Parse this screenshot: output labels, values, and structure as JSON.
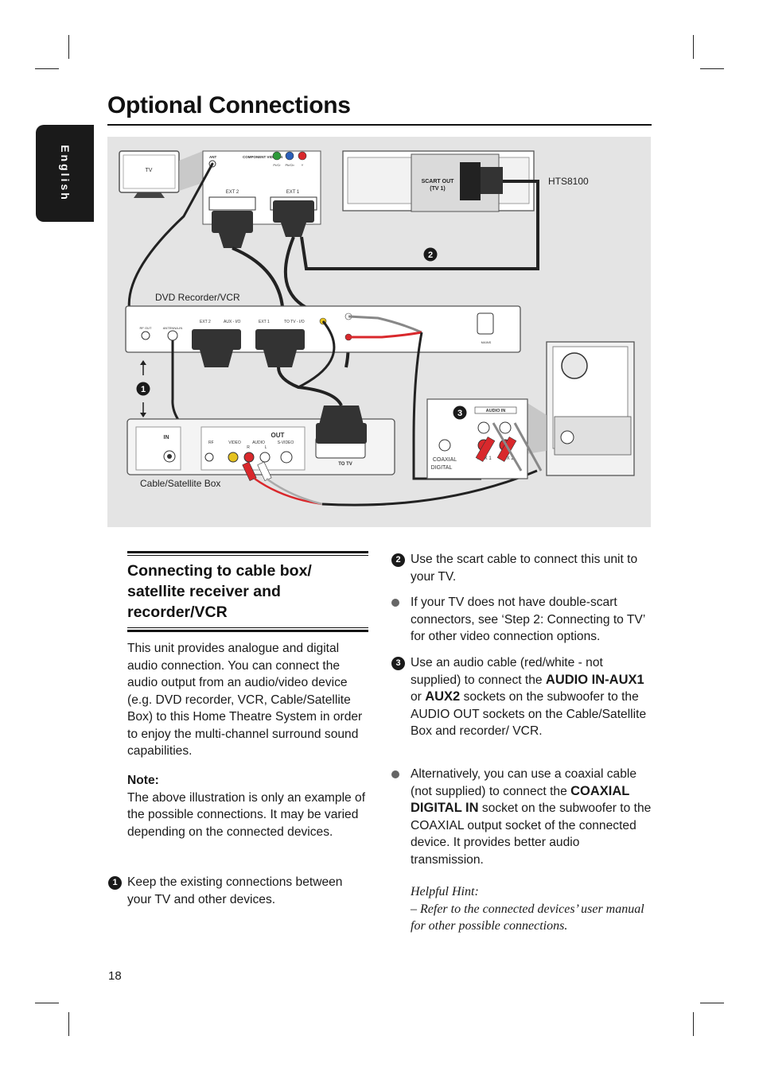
{
  "page": {
    "title": "Optional Connections",
    "language_tab": "English",
    "page_number": "18"
  },
  "diagram": {
    "tv_label": "TV",
    "tv_panel": {
      "ant": "ANT",
      "comp_video_in": "COMPONENT VIDEO IN",
      "comp_pr": "Pr/Cr",
      "comp_pb": "Pb/Cb",
      "comp_y": "Y",
      "ext2": "EXT 2",
      "ext1": "EXT 1"
    },
    "hts_label": "HTS8100",
    "scart_out_line1": "SCART OUT",
    "scart_out_line2": "(TV 1)",
    "recorder_label": "DVD Recorder/VCR",
    "recorder_panel": {
      "rf_out": "RF OUT",
      "antenna_in": "ANTENNA-IN",
      "ext2": "EXT 2",
      "aux_io": "AUX - I/O",
      "ext1": "EXT 1",
      "to_tv_io": "TO TV - I/O",
      "mains": "MAINS"
    },
    "cable_box_label": "Cable/Satellite Box",
    "cable_box_panel": {
      "in": "IN",
      "rf": "RF",
      "video": "VIDEO",
      "audio": "AUDIO",
      "r": "R",
      "l": "L",
      "out": "OUT",
      "s_video": "S-VIDEO",
      "to_tv": "TO TV"
    },
    "subwoofer_panel": {
      "audio_in": "AUDIO IN",
      "coaxial": "COAXIAL",
      "digital": "DIGITAL",
      "aux1": "AUX 1",
      "aux2": "AUX 2"
    },
    "callout_1": "1",
    "callout_2": "2",
    "callout_3": "3"
  },
  "section": {
    "heading": "Connecting to cable box/ satellite receiver and recorder/VCR",
    "intro": "This unit provides analogue and digital audio connection. You can connect the audio output from an audio/video device (e.g. DVD recorder, VCR, Cable/Satellite Box) to this Home Theatre System in order to enjoy the multi-channel surround sound capabilities.",
    "note_label": "Note:",
    "note_text": "The above illustration is only an example of the possible connections.  It may be varied depending on the connected devices.",
    "step1_num": "1",
    "step1_text": "Keep the existing connections between your TV and other devices."
  },
  "right_column": {
    "step2_num": "2",
    "step2_text": "Use the scart cable to connect this unit to your TV.",
    "bullet1_text": "If your TV does not have double-scart connectors, see ‘Step 2: Connecting to TV’ for other video connection options.",
    "step3_num": "3",
    "step3_pre": "Use an audio cable (red/white - not supplied) to connect the",
    "step3_bold1": "AUDIO IN-AUX1",
    "step3_mid": "or",
    "step3_bold2": "AUX2",
    "step3_post": "sockets on the subwoofer to the AUDIO OUT sockets on the Cable/Satellite Box and recorder/ VCR.",
    "bullet2_pre": "Alternatively, you can use a coaxial cable (not supplied) to connect the",
    "bullet2_bold": "COAXIAL DIGITAL IN",
    "bullet2_post": "socket on the subwoofer to the COAXIAL output socket of the connected device.  It provides better audio transmission.",
    "hint_title": "Helpful Hint:",
    "hint_text": "– Refer to the connected devices’ user manual for other possible connections."
  }
}
